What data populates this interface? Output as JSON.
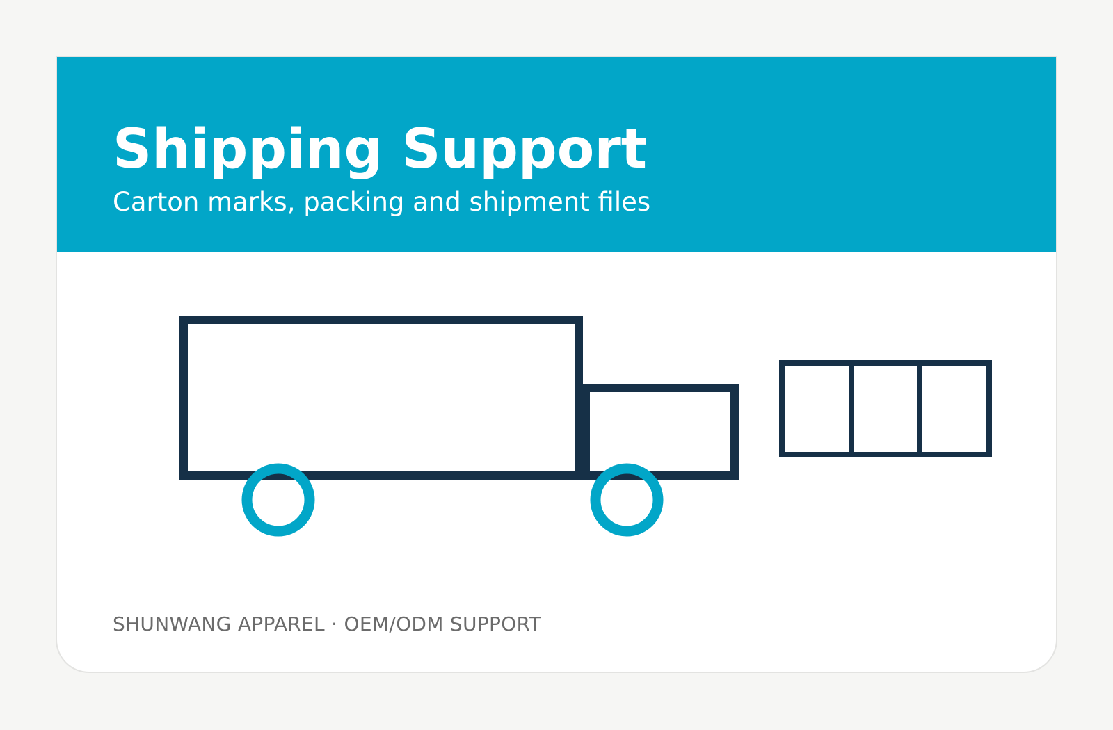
{
  "header": {
    "title": "Shipping Support",
    "subtitle": "Carton marks, packing and shipment files"
  },
  "footer": {
    "text": "SHUNWANG APPAREL · OEM/ODM SUPPORT"
  },
  "illustration": {
    "icons": [
      "truck-icon",
      "carton-boxes-icon"
    ]
  },
  "colors": {
    "background": "#f6f6f4",
    "card": "#ffffff",
    "accent": "#02a6c8",
    "outline": "#163047",
    "footer_text": "#6b6b6b"
  }
}
